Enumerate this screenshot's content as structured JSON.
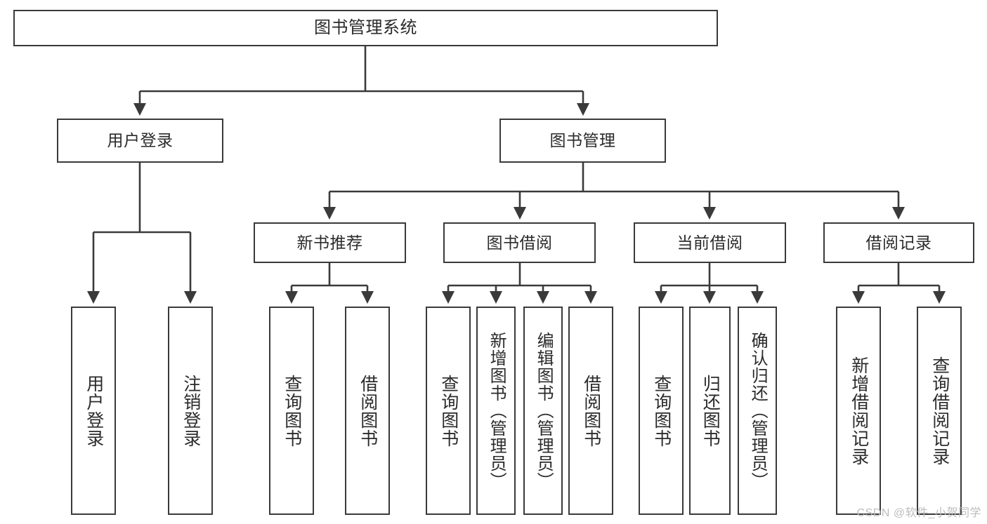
{
  "diagram": {
    "type": "tree-hierarchy",
    "title": "图书管理系统",
    "orientation": "top-down",
    "colors": {
      "box_border": "#3a3a3a",
      "box_fill": "#ffffff",
      "connector": "#3a3a3a",
      "text": "#2b2b2b",
      "watermark": "#bdbdbd"
    },
    "root": {
      "label": "图书管理系统"
    },
    "level2": [
      {
        "label": "用户登录"
      },
      {
        "label": "图书管理"
      }
    ],
    "level3": [
      {
        "label": "新书推荐"
      },
      {
        "label": "图书借阅"
      },
      {
        "label": "当前借阅"
      },
      {
        "label": "借阅记录"
      }
    ],
    "leaves": {
      "user_login": [
        {
          "label": "用户登录"
        },
        {
          "label": "注销登录"
        }
      ],
      "new_book_recommend": [
        {
          "label": "查询图书"
        },
        {
          "label": "借阅图书"
        }
      ],
      "book_borrow": [
        {
          "label": "查询图书"
        },
        {
          "label": "新增图书（管理员）"
        },
        {
          "label": "编辑图书（管理员）"
        },
        {
          "label": "借阅图书"
        }
      ],
      "current_borrow": [
        {
          "label": "查询图书"
        },
        {
          "label": "归还图书"
        },
        {
          "label": "确认归还（管理员）"
        }
      ],
      "borrow_record": [
        {
          "label": "新增借阅记录"
        },
        {
          "label": "查询借阅记录"
        }
      ]
    }
  },
  "watermark": {
    "text": "CSDN @软件_小贺同学"
  }
}
